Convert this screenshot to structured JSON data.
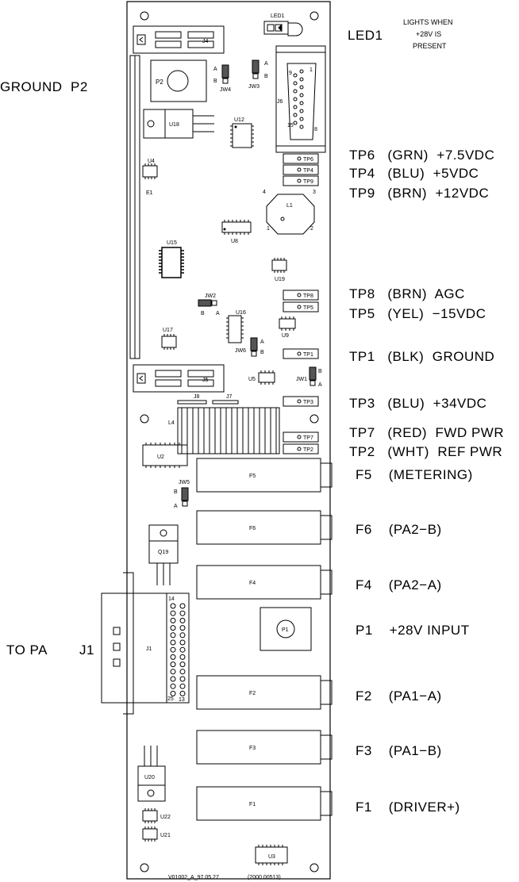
{
  "external_labels": {
    "led1": "LED1",
    "led1_note": [
      "LIGHTS WHEN",
      "+28V IS",
      "PRESENT"
    ],
    "ground_p2": "GROUND  P2",
    "to_pa": "TO PA",
    "j1": "J1",
    "tp6": "TP6   (GRN)  +7.5VDC",
    "tp4": "TP4   (BLU)  +5VDC",
    "tp9": "TP9   (BRN)  +12VDC",
    "tp8": "TP8   (BRN)  AGC",
    "tp5": "TP5   (YEL)  −15VDC",
    "tp1": "TP1   (BLK)  GROUND",
    "tp3": "TP3   (BLU)  +34VDC",
    "tp7": "TP7   (RED)  FWD PWR",
    "tp2": "TP2   (WHT)  REF PWR",
    "f5": "F5    (METERING)",
    "f6": "F6    (PA2−B)",
    "f4": "F4    (PA2−A)",
    "p1": "P1    +28V INPUT",
    "f2": "F2    (PA1−A)",
    "f3": "F3    (PA1−B)",
    "f1": "F1    (DRIVER+)"
  },
  "board_labels": {
    "led1": "LED1",
    "j4": "J4",
    "p2": "P2",
    "jw4": "JW4",
    "jw3": "JW3",
    "j6": "J6",
    "j6_pin9": "9",
    "j6_pin1": "1",
    "j6_pin15": "15",
    "j6_pin8": "8",
    "u18": "U18",
    "u12": "U12",
    "u4": "U4",
    "e1": "E1",
    "l1": "L1",
    "l1_4": "4",
    "l1_3": "3",
    "l1_1": "1",
    "l1_2": "2",
    "u8": "U8",
    "u15": "U15",
    "u19": "U19",
    "jw2": "JW2",
    "u16": "U16",
    "u9": "U9",
    "u17": "U17",
    "jw6": "JW6",
    "j5": "J5",
    "u5": "U5",
    "jw1": "JW1",
    "j8": "J8",
    "j7": "J7",
    "l4": "L4",
    "u2": "U2",
    "jw5": "JW5",
    "q19": "Q19",
    "j1": "J1",
    "j1_14": "14",
    "j1_25": "25",
    "j1_13": "13",
    "u20": "U20",
    "u22": "U22",
    "u21": "U21",
    "u3": "U3",
    "f5": "F5",
    "f6": "F6",
    "f4": "F4",
    "p1": "P1",
    "f2": "F2",
    "f3": "F3",
    "f1": "F1",
    "a": "A",
    "b": "B",
    "tp6": "TP6",
    "tp4": "TP4",
    "tp9": "TP9",
    "tp8": "TP8",
    "tp5": "TP5",
    "tp1": "TP1",
    "tp3": "TP3",
    "tp7": "TP7",
    "tp2": "TP2",
    "footer_left": "V01002_A_97.05.27",
    "footer_right": "(2000.00513)"
  }
}
